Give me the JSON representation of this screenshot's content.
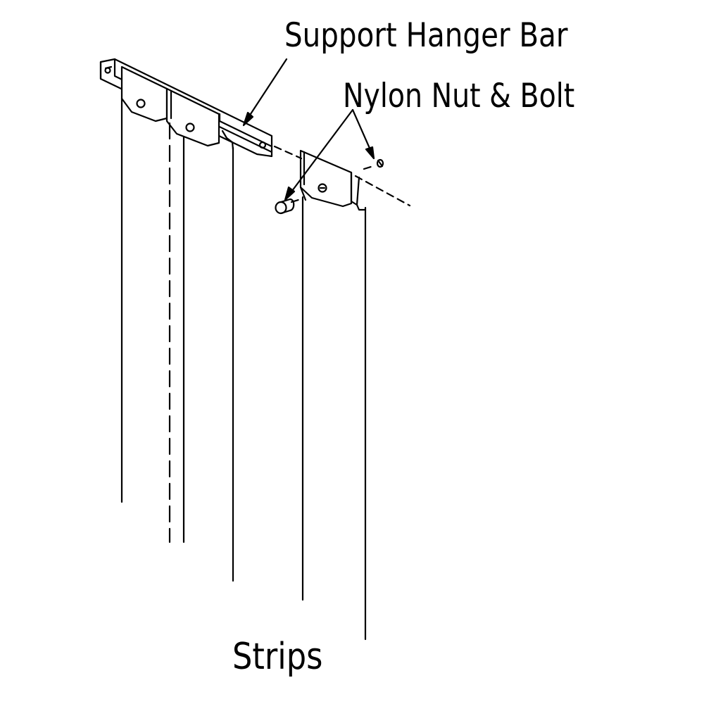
{
  "labels": {
    "support_hanger_bar": "Support Hanger Bar",
    "nylon_nut_bolt": "Nylon Nut & Bolt",
    "strips": "Strips"
  },
  "colors": {
    "line": "#000000",
    "background": "#ffffff"
  }
}
